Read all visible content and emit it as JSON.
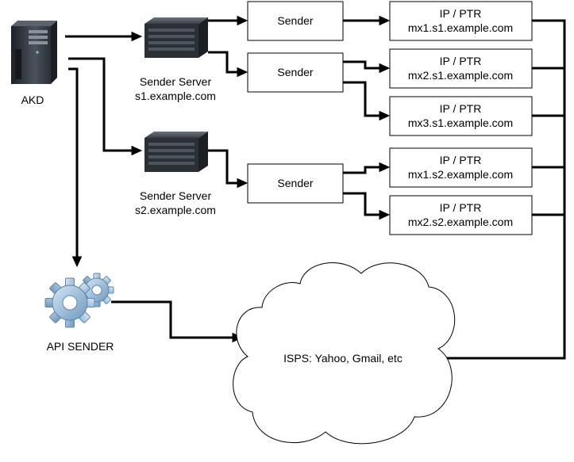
{
  "nodes": {
    "akd": {
      "label": "AKD",
      "icon": "tower-server-icon"
    },
    "server1": {
      "label_line1": "Sender Server",
      "label_line2": "s1.example.com",
      "icon": "rack-server-icon"
    },
    "server2": {
      "label_line1": "Sender Server",
      "label_line2": "s2.example.com",
      "icon": "rack-server-icon"
    },
    "api": {
      "label": "API SENDER",
      "icon": "gears-icon"
    },
    "isps": {
      "label": "ISPS: Yahoo, Gmail, etc",
      "shape": "cloud"
    }
  },
  "senders": [
    {
      "label": "Sender"
    },
    {
      "label": "Sender"
    },
    {
      "label": "Sender"
    }
  ],
  "ip_boxes": [
    {
      "line1": "IP / PTR",
      "line2": "mx1.s1.example.com"
    },
    {
      "line1": "IP / PTR",
      "line2": "mx2.s1.example.com"
    },
    {
      "line1": "IP / PTR",
      "line2": "mx3.s1.example.com"
    },
    {
      "line1": "IP / PTR",
      "line2": "mx1.s2.example.com"
    },
    {
      "line1": "IP / PTR",
      "line2": "mx2.s2.example.com"
    }
  ],
  "colors": {
    "line": "#000000",
    "box_fill": "#ffffff",
    "gear": "#a9c7e0",
    "server": "#2b2f36"
  }
}
